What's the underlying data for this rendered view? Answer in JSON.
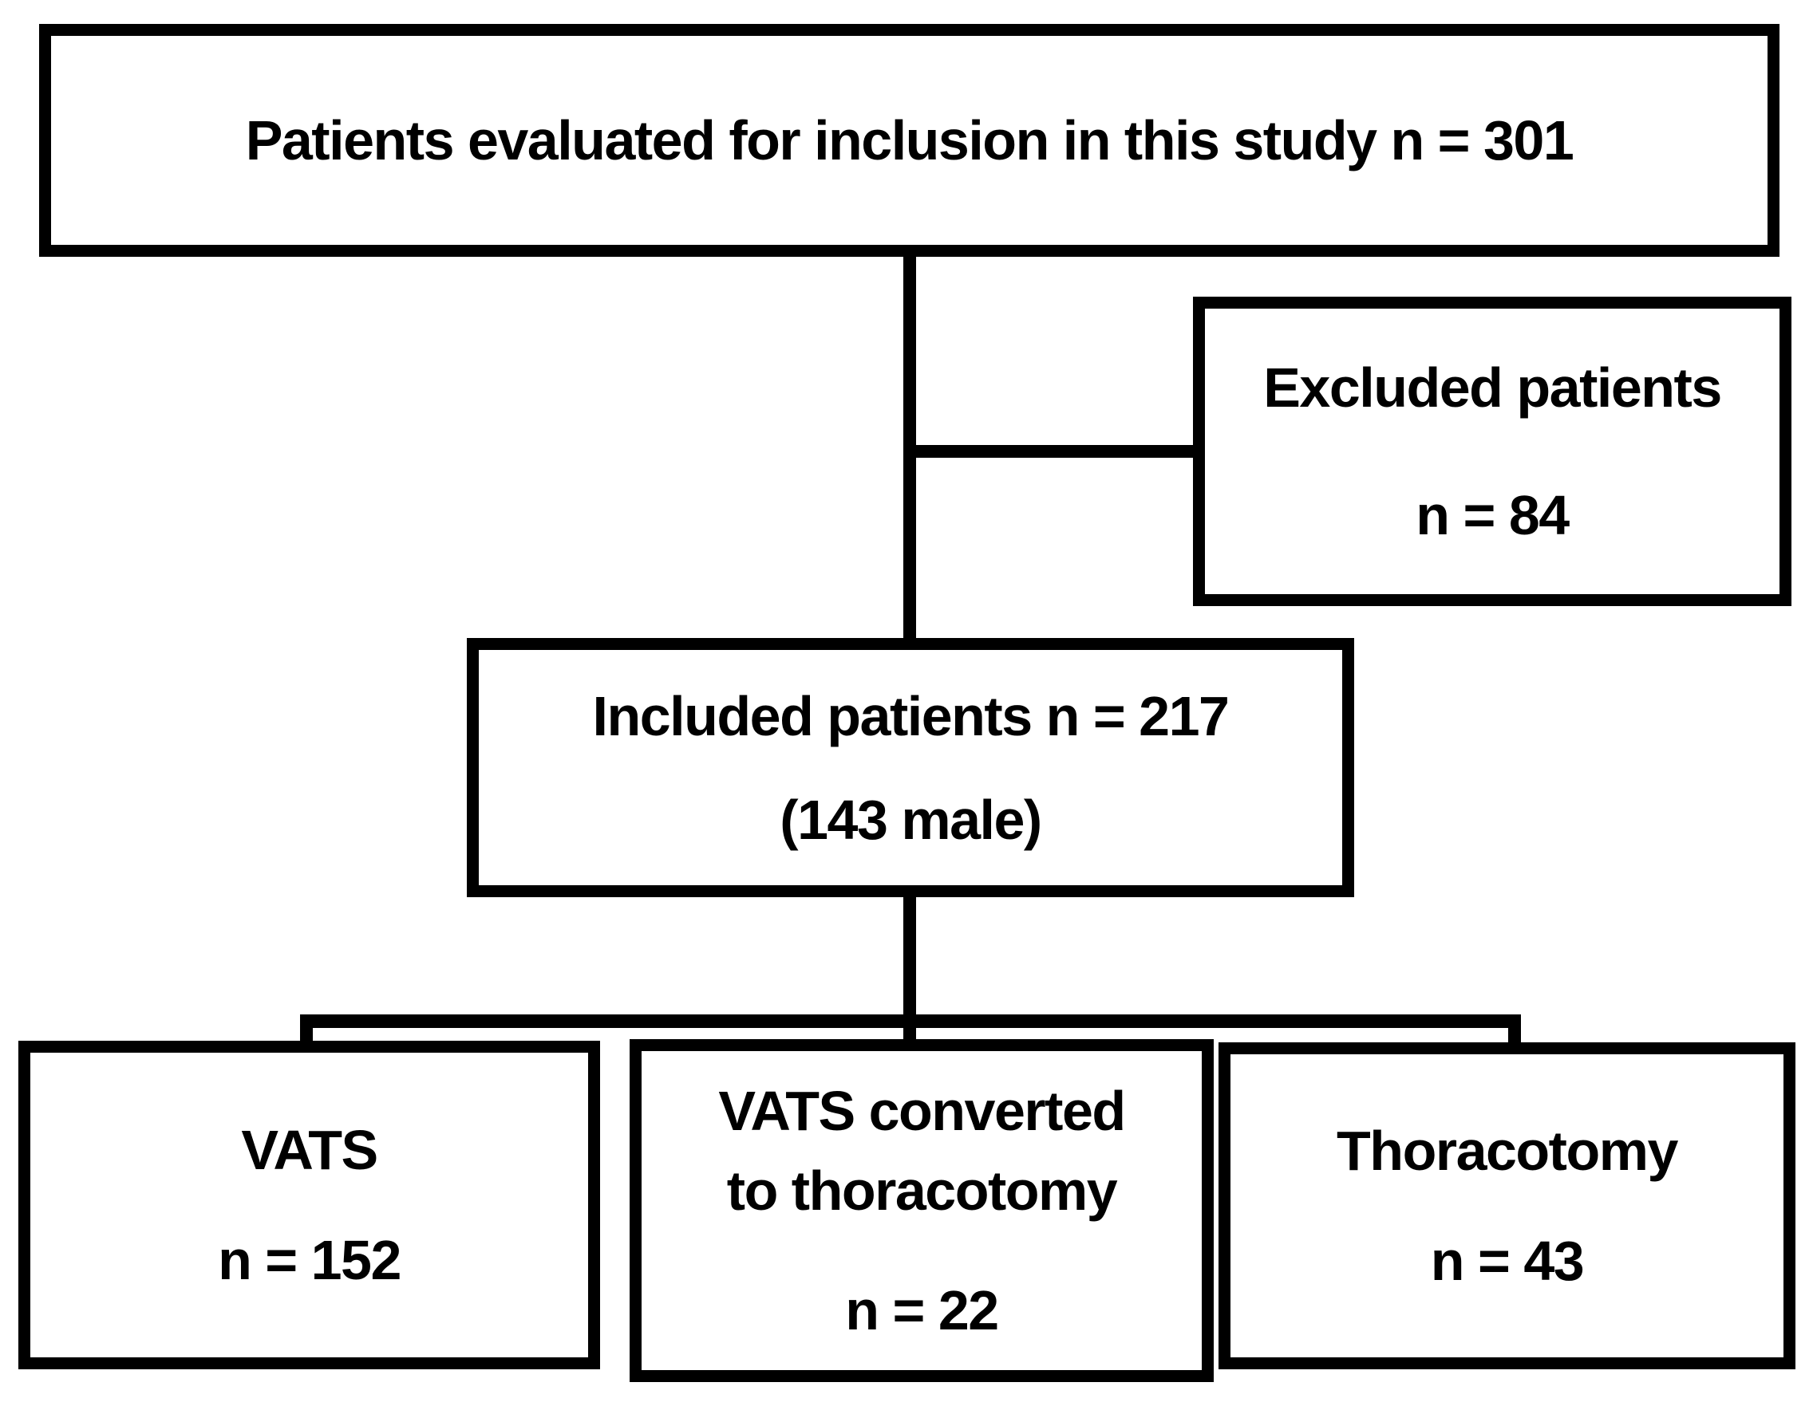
{
  "figure": {
    "title": "Patient inclusion flowchart",
    "background_color": "#ffffff",
    "line_color": "#000000",
    "text_color": "#000000",
    "boxes": {
      "evaluated": {
        "lines": [
          "Patients evaluated for inclusion in this study n = 301"
        ]
      },
      "excluded": {
        "lines": [
          "Excluded patients",
          "n = 84"
        ]
      },
      "included": {
        "lines": [
          "Included patients n = 217",
          "(143 male)"
        ]
      },
      "vats": {
        "lines": [
          "VATS",
          "n = 152"
        ]
      },
      "vats_converted": {
        "lines": [
          "VATS converted",
          "to thoracotomy",
          "n = 22"
        ]
      },
      "thoracotomy": {
        "lines": [
          "Thoracotomy",
          "n = 43"
        ]
      }
    }
  }
}
